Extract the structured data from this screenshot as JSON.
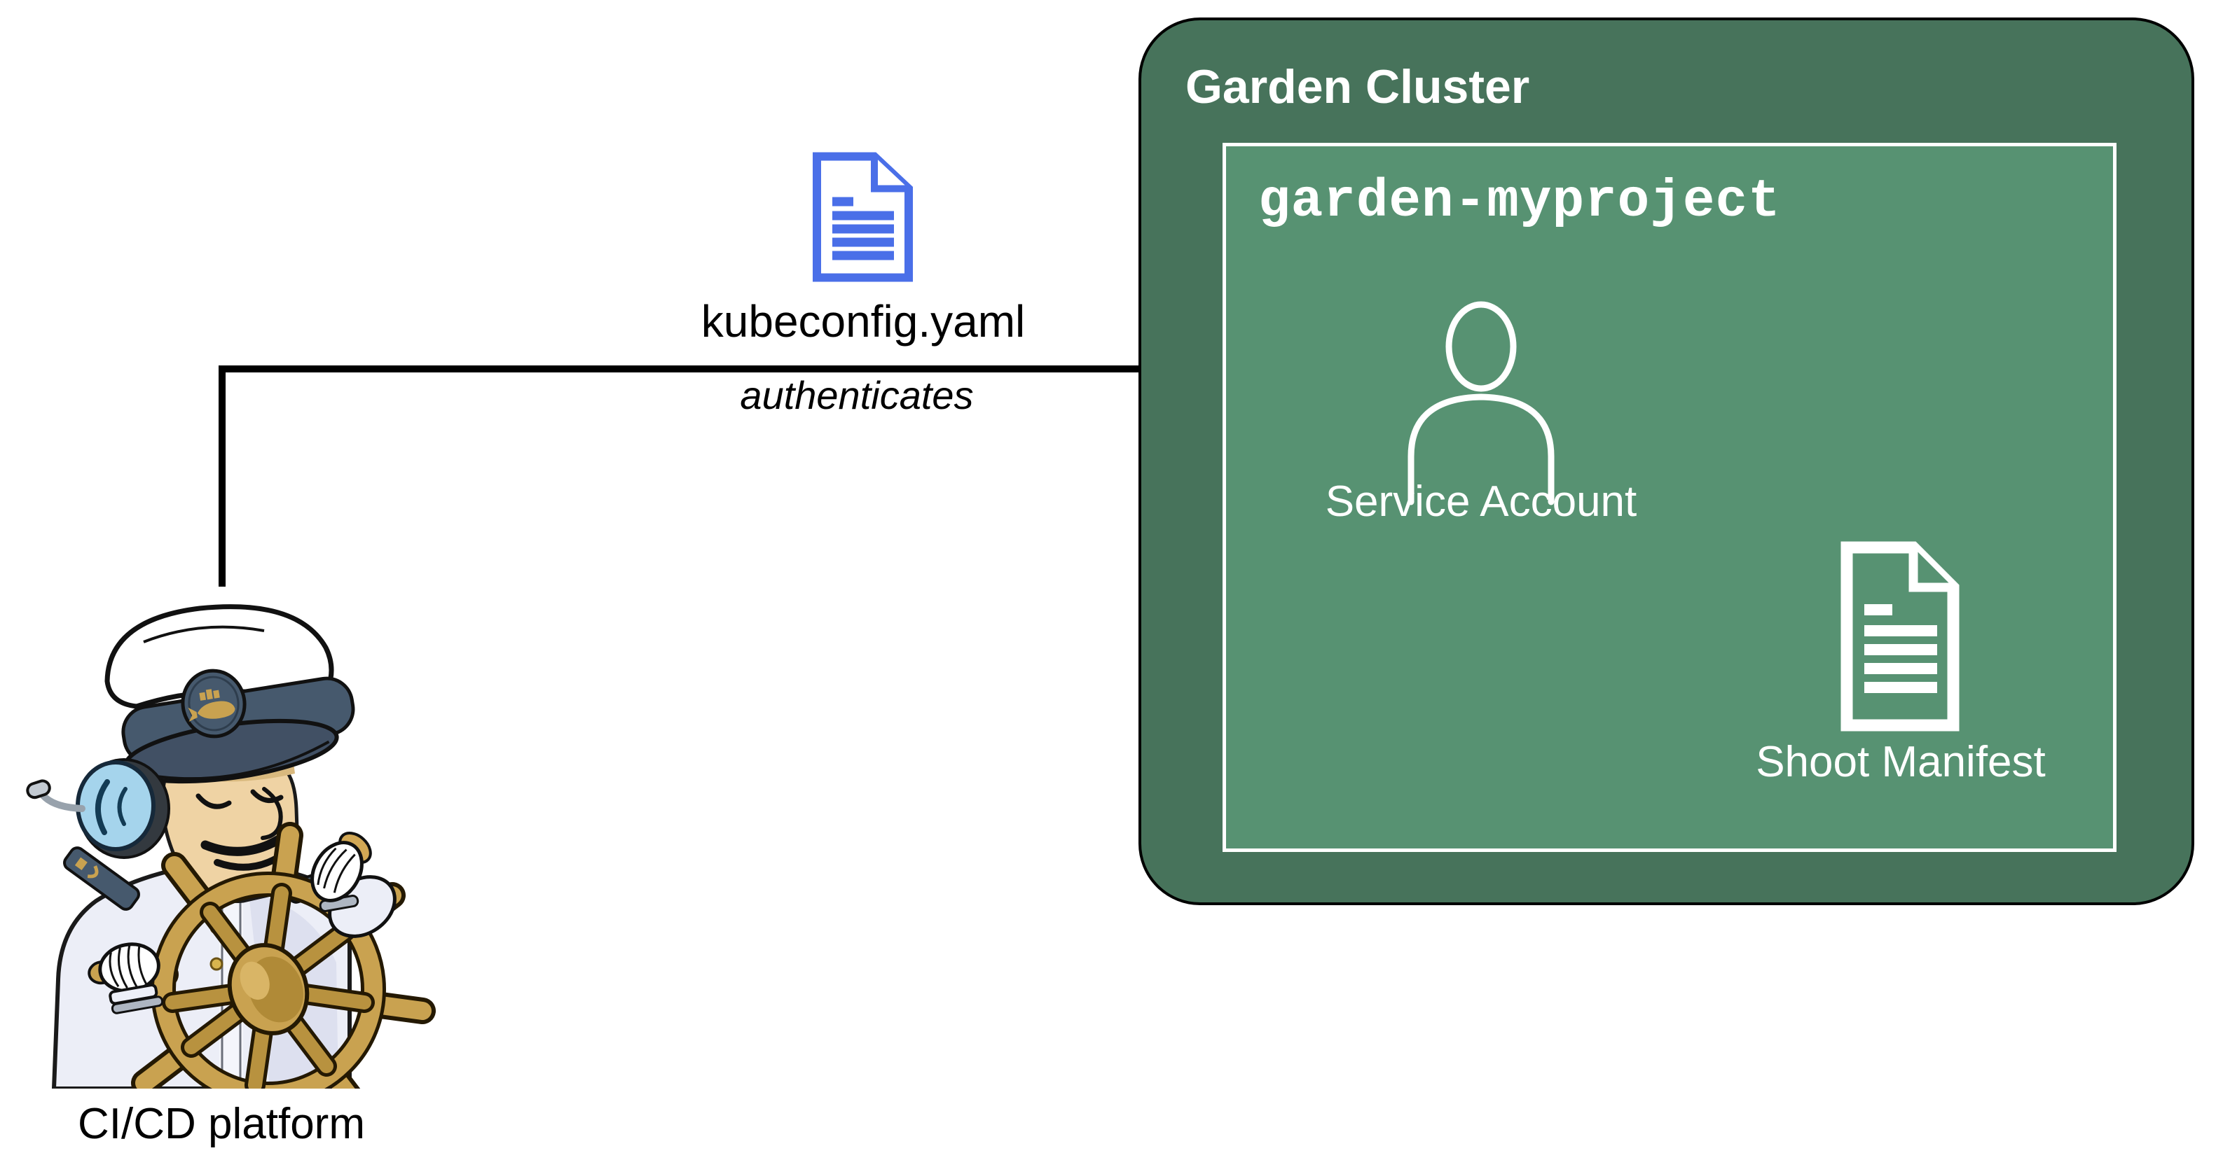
{
  "diagram": {
    "cicd_platform": {
      "label": "CI/CD platform"
    },
    "connector": {
      "file_label": "kubeconfig.yaml",
      "verb_label": "authenticates"
    },
    "garden_cluster": {
      "title": "Garden Cluster",
      "project_namespace": {
        "title": "garden-myproject",
        "service_account": {
          "label": "Service Account"
        },
        "shoot_manifest": {
          "label": "Shoot Manifest"
        }
      }
    },
    "icons": {
      "kubeconfig": "blue-document-file-icon",
      "service_account": "person-outline-icon",
      "shoot_manifest": "white-document-file-icon",
      "cicd_platform": "jenkins-captain-at-ships-wheel-illustration"
    },
    "colors": {
      "cluster_fill": "#47735B",
      "namespace_fill": "#579272",
      "kubeconfig_blue": "#4A6FE8",
      "connector_black": "#000000",
      "arrow_white": "#FFFFFF",
      "text_on_green": "#FFFFFF",
      "text_on_white": "#000000"
    }
  }
}
